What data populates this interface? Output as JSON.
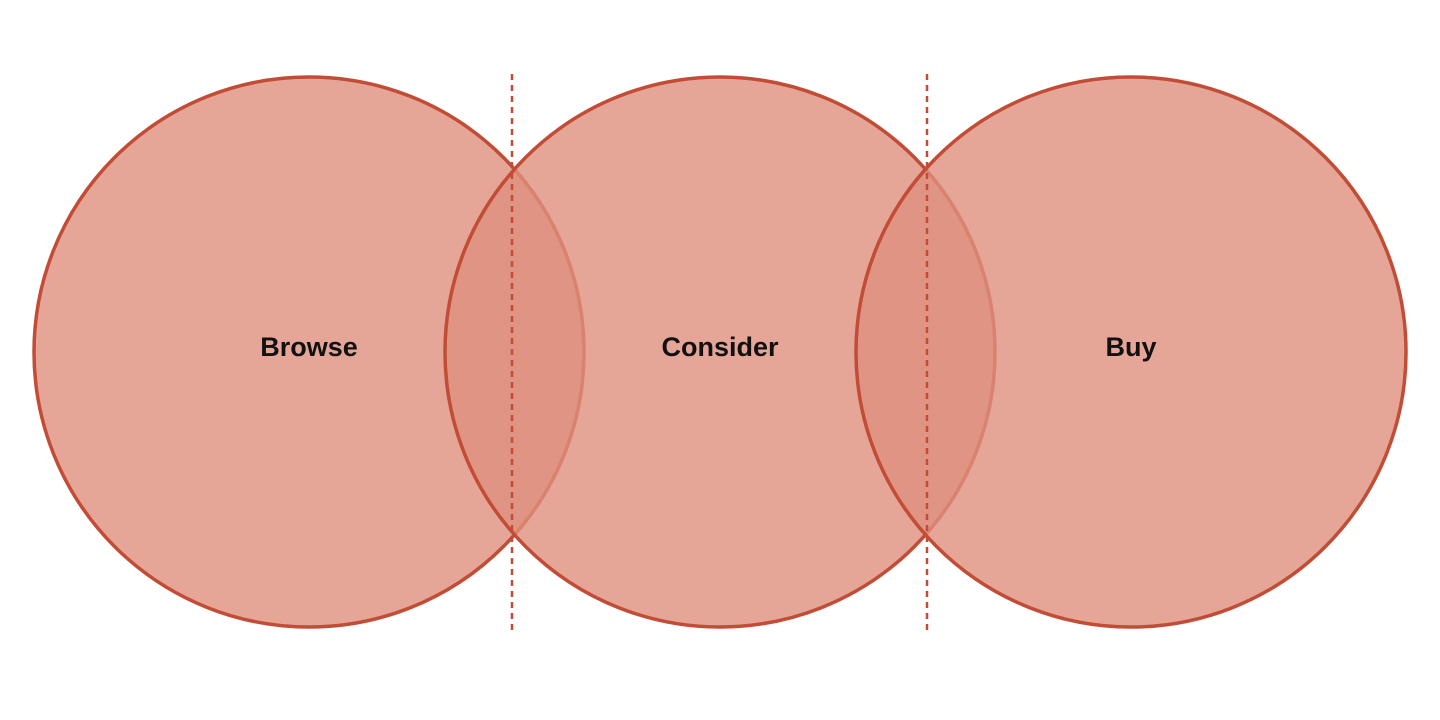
{
  "diagram": {
    "type": "overlapping-circles",
    "stages": [
      {
        "label": "Browse"
      },
      {
        "label": "Consider"
      },
      {
        "label": "Buy"
      }
    ],
    "dividers": 2,
    "colors": {
      "circle_fill": "#df907e",
      "circle_fill_opacity": 0.8,
      "circle_stroke": "#c24c35",
      "divider": "#c24c35",
      "label_text": "#111111",
      "background": "#ffffff"
    }
  }
}
